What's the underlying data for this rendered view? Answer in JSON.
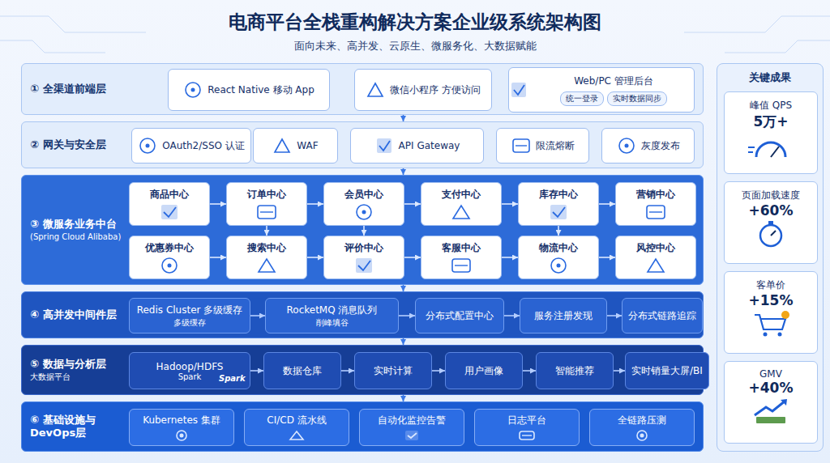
{
  "diagram": {
    "title": "电商平台全栈重构解决方案企业级系统架构图",
    "caption": "面向未来、高并发、云原生、微服务化、大数据赋能",
    "nodes": [
      {
        "text": [
          "① 全渠道前端层"
        ]
      },
      {
        "text": [
          "React Native 移动 App"
        ],
        "in": 0
      },
      {
        "text": [
          "微信小程序 方便访问"
        ],
        "in": 0
      },
      {
        "text": [
          "Web/PC 管理后台",
          "统一登录",
          "实时数据同步"
        ],
        "in": 0
      },
      {
        "text": [
          "② 网关与安全层"
        ]
      },
      {
        "text": [
          "OAuth2/SSO 认证"
        ],
        "in": 4
      },
      {
        "text": [
          "WAF"
        ],
        "in": 4
      },
      {
        "text": [
          "API Gateway"
        ],
        "in": 4
      },
      {
        "text": [
          "限流熔断"
        ],
        "in": 4
      },
      {
        "text": [
          "灰度发布"
        ],
        "in": 4
      },
      {
        "text": [
          "③ 微服务业务中台",
          "(Spring Cloud Alibaba)"
        ]
      },
      {
        "text": [
          "商品中心"
        ],
        "in": 10
      },
      {
        "text": [
          "订单中心"
        ],
        "in": 10
      },
      {
        "text": [
          "会员中心"
        ],
        "in": 10
      },
      {
        "text": [
          "支付中心"
        ],
        "in": 10
      },
      {
        "text": [
          "库存中心"
        ],
        "in": 10
      },
      {
        "text": [
          "营销中心"
        ],
        "in": 10
      },
      {
        "text": [
          "优惠券中心"
        ],
        "in": 10
      },
      {
        "text": [
          "搜索中心"
        ],
        "in": 10
      },
      {
        "text": [
          "评价中心"
        ],
        "in": 10
      },
      {
        "text": [
          "客服中心"
        ],
        "in": 10
      },
      {
        "text": [
          "物流中心"
        ],
        "in": 10
      },
      {
        "text": [
          "风控中心"
        ],
        "in": 10
      },
      {
        "text": [
          "④ 高并发中间件层"
        ]
      },
      {
        "text": [
          "Redis Cluster 多级缓存",
          "多级缓存"
        ],
        "in": 23
      },
      {
        "text": [
          "RocketMQ 消息队列",
          "削峰填谷"
        ],
        "in": 23
      },
      {
        "text": [
          "分布式配置中心"
        ],
        "in": 23
      },
      {
        "text": [
          "服务注册发现"
        ],
        "in": 23
      },
      {
        "text": [
          "分布式链路追踪"
        ],
        "in": 23
      },
      {
        "text": [
          "⑤ 数据与分析层",
          "大数据平台"
        ]
      },
      {
        "text": [
          "Hadoop/HDFS",
          "Spark"
        ],
        "in": 29
      },
      {
        "text": [
          "数据仓库"
        ],
        "in": 29
      },
      {
        "text": [
          "实时计算"
        ],
        "in": 29
      },
      {
        "text": [
          "用户画像"
        ],
        "in": 29
      },
      {
        "text": [
          "智能推荐"
        ],
        "in": 29
      },
      {
        "text": [
          "实时销量大屏/BI"
        ],
        "in": 29
      },
      {
        "text": [
          "⑥ 基础设施与 DevOps层"
        ]
      },
      {
        "text": [
          "Kubernetes 集群"
        ],
        "in": 36
      },
      {
        "text": [
          "CI/CD 流水线"
        ],
        "in": 36
      },
      {
        "text": [
          "自动化监控告警"
        ],
        "in": 36
      },
      {
        "text": [
          "日志平台"
        ],
        "in": 36
      },
      {
        "text": [
          "全链路压测"
        ],
        "in": 36
      },
      {
        "text": [
          "关键成果"
        ]
      },
      {
        "text": [
          "峰值 QPS",
          "5万+"
        ],
        "in": 42
      },
      {
        "text": [
          "页面加载速度",
          "+60%"
        ],
        "in": 42
      },
      {
        "text": [
          "客单价",
          "+15%"
        ],
        "in": 42
      },
      {
        "text": [
          "GMV",
          "+40%"
        ],
        "in": 42
      }
    ],
    "edges": [
      {
        "from": 0,
        "to": 4,
        "arrow": "to"
      },
      {
        "from": 4,
        "to": 10,
        "arrow": "to"
      },
      {
        "from": 10,
        "to": 23,
        "arrow": "to"
      },
      {
        "from": 23,
        "to": 29,
        "arrow": "to"
      },
      {
        "from": 29,
        "to": 36,
        "arrow": "to"
      },
      {
        "from": 11,
        "to": 12,
        "arrow": "to"
      },
      {
        "from": 12,
        "to": 13,
        "arrow": "to"
      },
      {
        "from": 13,
        "to": 14,
        "arrow": "to"
      },
      {
        "from": 14,
        "to": 15,
        "arrow": "to"
      },
      {
        "from": 15,
        "to": 16,
        "arrow": "to"
      },
      {
        "from": 17,
        "to": 18,
        "arrow": "to"
      },
      {
        "from": 18,
        "to": 19,
        "arrow": "to"
      },
      {
        "from": 19,
        "to": 20,
        "arrow": "to"
      },
      {
        "from": 20,
        "to": 21,
        "arrow": "to"
      },
      {
        "from": 21,
        "to": 22,
        "arrow": "to"
      },
      {
        "from": 12,
        "to": 18,
        "arrow": "to"
      },
      {
        "from": 13,
        "to": 19,
        "arrow": "to"
      },
      {
        "from": 15,
        "to": 21,
        "arrow": "to"
      },
      {
        "from": 24,
        "to": 25,
        "arrow": "to"
      },
      {
        "from": 25,
        "to": 26,
        "arrow": "to"
      },
      {
        "from": 26,
        "to": 27,
        "arrow": "to"
      },
      {
        "from": 27,
        "to": 28,
        "arrow": "to"
      },
      {
        "from": 30,
        "to": 31,
        "arrow": "to"
      },
      {
        "from": 31,
        "to": 32,
        "arrow": "to"
      },
      {
        "from": 32,
        "to": 33,
        "arrow": "to"
      },
      {
        "from": 33,
        "to": 34,
        "arrow": "to"
      },
      {
        "from": 34,
        "to": 35,
        "arrow": "to"
      }
    ],
    "labels": [
      "Spark"
    ]
  }
}
